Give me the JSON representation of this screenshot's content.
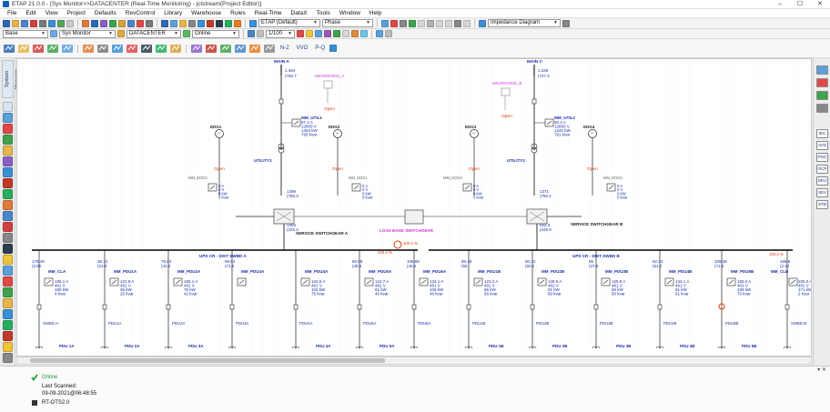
{
  "window": {
    "title": "ETAP 21.0.0 - [Sys Monitor>>DATACENTER (Real-Time Monitoring) - jctstream(Project Editor)]",
    "min": "–",
    "max": "☐",
    "close": "✕"
  },
  "menu": [
    "File",
    "Edit",
    "View",
    "Project",
    "Defaults",
    "RevControl",
    "Library",
    "Warehouse",
    "Rules",
    "Real-Time",
    "DataX",
    "Tools",
    "Window",
    "Help"
  ],
  "toolbar": {
    "etap_combo": "ETAP (Default)",
    "phase_combo": "Phase",
    "impedance_combo": "Impedance Diagram",
    "base_combo": "Base",
    "monitor_combo": "Sys Monitor",
    "datacenter_combo": "DATACENTER",
    "online_combo": "Online",
    "zoom_value": "1/100",
    "n2_label": "N-2",
    "vvo_label": "VVO",
    "pq_label": "P-Q"
  },
  "left_strip": {
    "system_manager": "System Manager"
  },
  "right_strip": [
    "IEC",
    "AVG",
    "PSC",
    "OCP",
    "DEV",
    "SEV",
    "STB"
  ],
  "status": {
    "state": "Online",
    "last_scanned_label": "Last Scanned:",
    "last_scanned": "09-09-2021@06:48:55",
    "device": "RT-OTS2.0"
  },
  "colors": {
    "accent": "#0d5fb2",
    "bus": "#000000",
    "label_blue": "#1a2fa8",
    "breaker_open": "#d83b01",
    "microgrid": "#cc33cc"
  },
  "diagram": {
    "top_sources": [
      {
        "name": "MAIN A",
        "kv": "1.484",
        "kva": "(756.7"
      },
      {
        "name": "MAIN C",
        "kv": "1.226",
        "kva": "(747.3"
      }
    ],
    "microgrids": [
      "MICROGRID_A",
      "MICROGRID_B"
    ],
    "open_labels": [
      "Open",
      "Open",
      "Open",
      "Open",
      "Open",
      "Open"
    ],
    "generators": [
      "EDG1",
      "EDG2",
      "EDG3",
      "EDG4"
    ],
    "utilities": [
      "UTILITY1",
      "UTILITY2"
    ],
    "meters_top": [
      {
        "name": "MM_UTIL1",
        "lines": [
          "87.4 A",
          "12800 V",
          "1404 kW",
          "795 kvar"
        ]
      },
      {
        "name": "MM_UTIL2",
        "lines": [
          "80.3 A",
          "12800 V",
          "1240 kW",
          "791 kvar"
        ]
      }
    ],
    "meters_mid": [
      {
        "name": "MM_EDG2",
        "lines": [
          "0 A",
          "0 V",
          "0 kW",
          "0 kvar"
        ]
      },
      {
        "name": "MM_EDG1",
        "lines": [
          "0 A",
          "0 V",
          "0 kW",
          "0 kvar"
        ]
      },
      {
        "name": "MM_EDG4",
        "lines": [
          "0 A",
          "0 V",
          "0 kW",
          "0 kvar"
        ]
      },
      {
        "name": "MM_EDG3",
        "lines": [
          "0 A",
          "0 V",
          "0 kW",
          "0 kvar"
        ]
      }
    ],
    "switchgears": [
      "SERVICE SWITCHGEAR A",
      "SERVICE SWITCHGEAR B"
    ],
    "tie": "LOAD BANK SWITCHGEAR",
    "sw_values": [
      {
        "top": "1399",
        "bot": "(780.3",
        "low1": "1404",
        "low2": "(225.4"
      },
      {
        "top": "1371",
        "bot": "(780.1",
        "low1": "942.3",
        "low2": "(349.9"
      }
    ],
    "ups_buses": [
      "UPS CR - DIST SWBD A",
      "UPS CR - DIST SWBD B"
    ],
    "percents": [
      "100.4 %",
      "100.2 %",
      "100.2 %"
    ],
    "feeders": [
      {
        "kw": "179.49",
        "kvar": "(3.80",
        "meter": "MM_CLA",
        "d": [
          "186.1 A",
          "481 V",
          "180 kW",
          "4 kvar"
        ],
        "sw": "SWBD-A",
        "pdu": "PDU 1A"
      },
      {
        "kw": "36.14",
        "kvar": "(24.9",
        "meter": "MM_PDU1A",
        "d": [
          "122.8 A",
          "481 V",
          "36 kW",
          "25 kvar"
        ],
        "sw": "PDU1A",
        "pdu": "PDU 2A"
      },
      {
        "kw": "75.03",
        "kvar": "(42.0",
        "meter": "MM_PDU2A",
        "d": [
          "108.1 A",
          "481 V",
          "75 kW",
          "42 kvar"
        ],
        "sw": "PDU2A",
        "pdu": "PDU 3A"
      },
      {
        "kw": "99.64",
        "kvar": "(71.8",
        "meter": "MM_PDU3A",
        "d": "",
        "sw": "PDU3A",
        "pdu": ""
      },
      {
        "kw": "",
        "kvar": "",
        "meter": "MM_PDU4A",
        "d": [
          "134.5 A",
          "481 V",
          "102 kW",
          "75 kvar"
        ],
        "sw": "PDU4A",
        "pdu": "PDU 4A"
      },
      {
        "kw": "80.89",
        "kvar": "(45.6",
        "meter": "MM_PDU5A",
        "d": [
          "122.7 A",
          "481 V",
          "91 kW",
          "46 kvar"
        ],
        "sw": "PDU5A",
        "pdu": "PDU 5A"
      },
      {
        "kw": "106.69",
        "kvar": "(46.1",
        "meter": "MM_PDU6A",
        "d": [
          "134.1 A",
          "481 V",
          "108 kW",
          "46 kvar"
        ],
        "sw": "PDU6A",
        "pdu": ""
      },
      {
        "kw": "86.49",
        "kvar": "(55",
        "meter": "MM_PDU1B",
        "d": [
          "123.2 A",
          "481 V",
          "86 kW",
          "56 kvar"
        ],
        "sw": "PDU1B",
        "pdu": "PDU 1B"
      },
      {
        "kw": "90.34",
        "kvar": "(60.1",
        "meter": "MM_PDU2B",
        "d": [
          "139.5 A",
          "481 V",
          "91 kW",
          "60 kvar"
        ],
        "sw": "PDU2B",
        "pdu": "PDU 2B"
      },
      {
        "kw": "95",
        "kvar": "(47.9",
        "meter": "MM_PDU3B",
        "d": [
          "125.8 A",
          "481 V",
          "95 kW",
          "50 kvar"
        ],
        "sw": "PDU3B",
        "pdu": "PDU 3B"
      },
      {
        "kw": "92.34",
        "kvar": "(61.0",
        "meter": "MM_PDU4B",
        "d": [
          "134.1 A",
          "481 V",
          "91 kW",
          "61 kvar"
        ],
        "sw": "PDU4B",
        "pdu": "PDU 4B"
      },
      {
        "kw": "109.38",
        "kvar": "(71.8",
        "meter": "MM_PDU5B",
        "d": [
          "155.4 A",
          "481 V",
          "109 kW",
          "70 kvar"
        ],
        "sw": "PDU5B",
        "pdu": "PDU 5B"
      },
      {
        "kw": "169.6",
        "kvar": "(2.10",
        "meter": "MM_CLB",
        "d": [
          "205.0 A",
          "481 V",
          "171 kW",
          "2 kvar"
        ],
        "sw": "SWBD-B",
        "pdu": ""
      }
    ]
  }
}
